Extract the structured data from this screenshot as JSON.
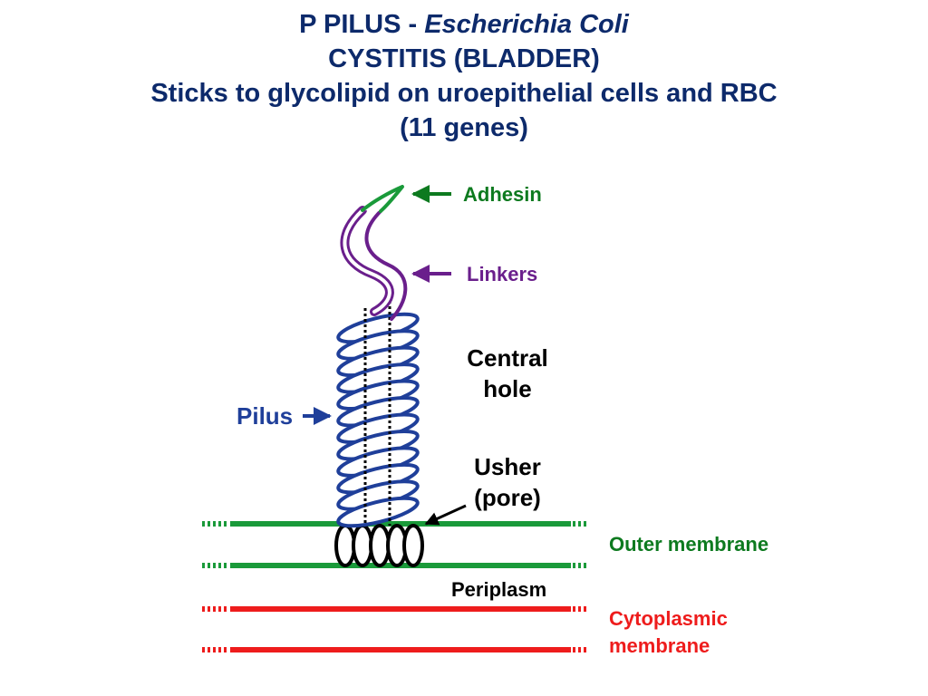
{
  "title": {
    "line1_prefix": "P PILUS - ",
    "line1_italic": "Escherichia Coli",
    "line2": "CYSTITIS (BLADDER)",
    "line3": "Sticks to glycolipid on uroepithelial cells and RBC",
    "line4": "(11 genes)"
  },
  "labels": {
    "adhesin": "Adhesin",
    "linkers": "Linkers",
    "central_hole_1": "Central",
    "central_hole_2": "hole",
    "pilus": "Pilus",
    "usher_1": "Usher",
    "usher_2": "(pore)",
    "outer_membrane": "Outer membrane",
    "periplasm": "Periplasm",
    "cytoplasmic_1": "Cytoplasmic",
    "cytoplasmic_2": "membrane"
  },
  "colors": {
    "title": "#0d2a6b",
    "adhesin": "#1a9a3a",
    "adhesin_text": "#0d7a1f",
    "linker": "#6a1f8c",
    "pilus": "#1f3f9a",
    "outer_membrane": "#1a9a3a",
    "cytoplasmic_membrane": "#ee1c1c",
    "black": "#000000"
  }
}
